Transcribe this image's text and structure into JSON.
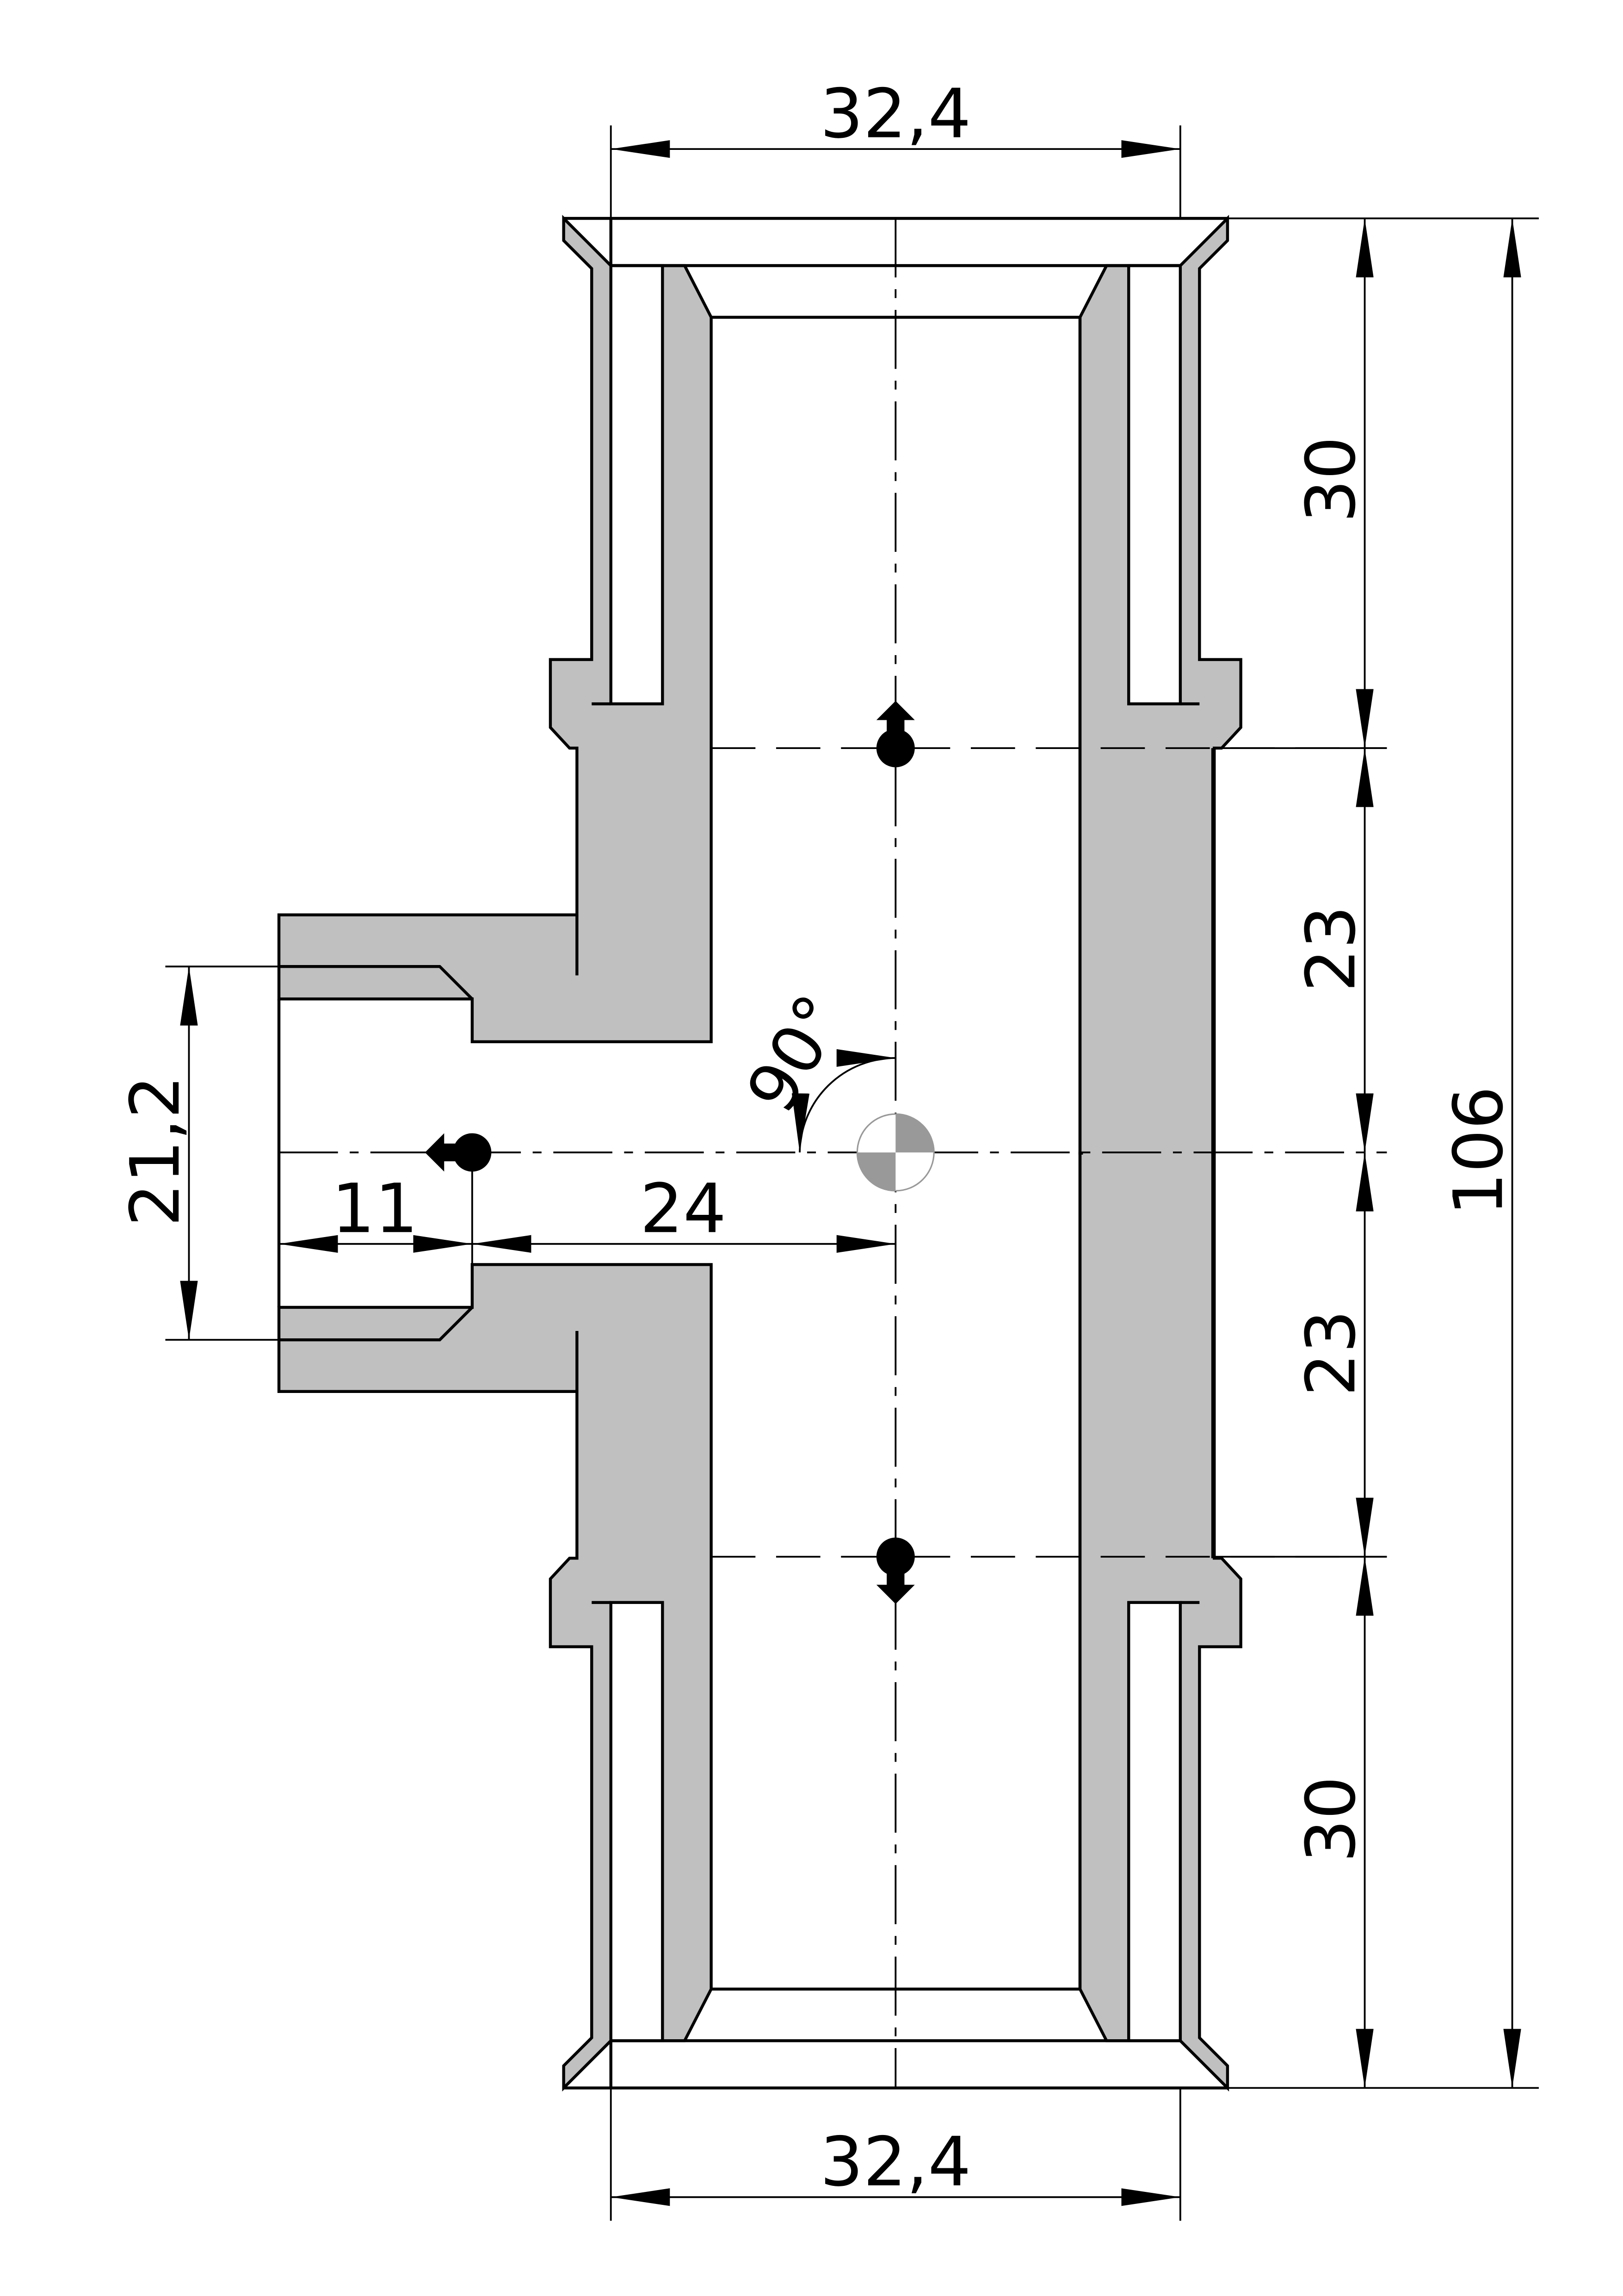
{
  "drawing": {
    "title": "Pipe tee fitting section",
    "fill_color": "#c0c0c0",
    "dimensions": {
      "top_width": "32,4",
      "bottom_width": "32,4",
      "right_top": "30",
      "right_upper_mid": "23",
      "right_lower_mid": "23",
      "right_bottom": "30",
      "overall_height": "106",
      "branch_diameter": "21,2",
      "branch_thread_depth": "11",
      "branch_offset": "24",
      "angle": "90°"
    }
  }
}
